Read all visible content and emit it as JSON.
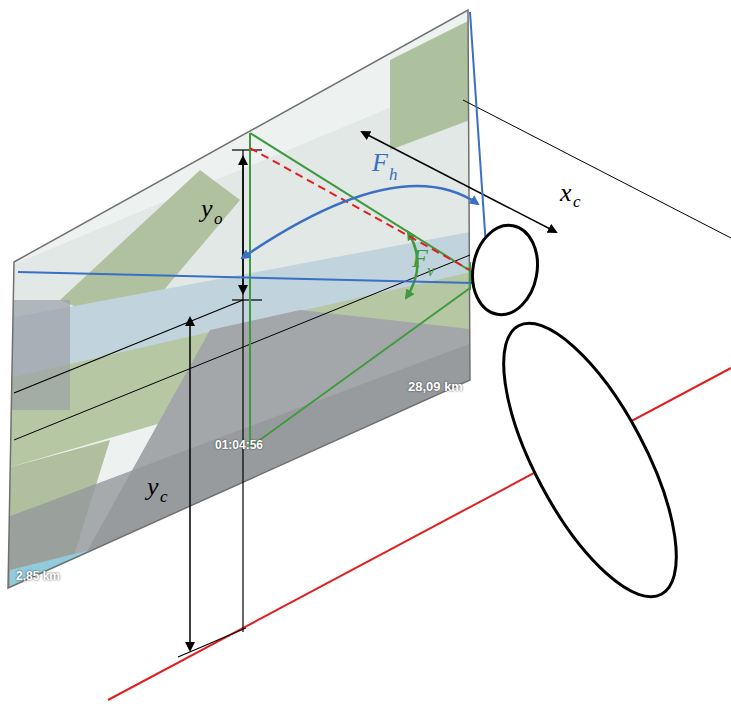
{
  "diagram": {
    "labels": [
      "F",
      "h",
      "F",
      "v",
      "x",
      "c",
      "y",
      "o",
      "y",
      "c",
      "28,09 km",
      "01:04:56",
      "2,85 km"
    ]
  }
}
